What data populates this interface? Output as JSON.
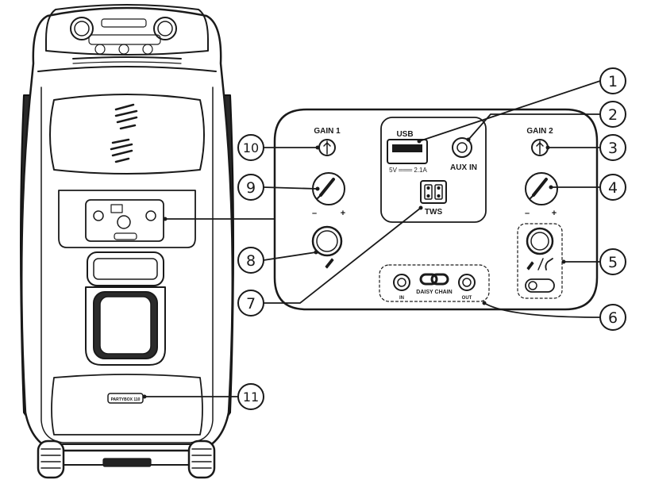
{
  "diagram": {
    "device_label": "PARTYBOX 110",
    "panel": {
      "usb": "USB",
      "usb_rating": "5V ═══ 2.1A",
      "aux_in": "AUX IN",
      "gain1": "GAIN 1",
      "gain2": "GAIN 2",
      "tws": "TWS",
      "daisy_chain": "DAISY CHAIN",
      "in": "IN",
      "out": "OUT",
      "minus": "–",
      "plus": "+"
    },
    "callouts": [
      "1",
      "2",
      "3",
      "4",
      "5",
      "6",
      "7",
      "8",
      "9",
      "10",
      "11"
    ]
  }
}
